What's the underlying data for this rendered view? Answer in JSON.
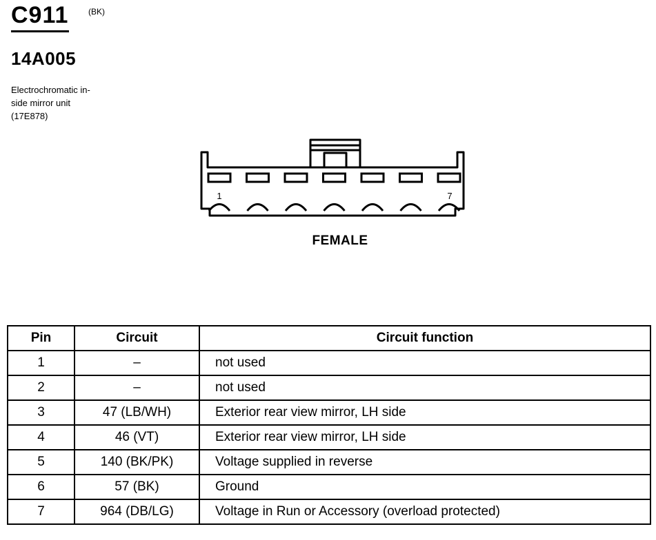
{
  "header": {
    "connector_id": "C911",
    "connector_color": "(BK)",
    "part_number": "14A005",
    "description_lines": [
      "Electrochromatic in-",
      "side mirror unit",
      "(17E878)"
    ]
  },
  "connector": {
    "pin_first_label": "1",
    "pin_last_label": "7",
    "cavity_count": 7,
    "view_label": "FEMALE"
  },
  "table": {
    "columns": [
      "Pin",
      "Circuit",
      "Circuit function"
    ],
    "rows": [
      {
        "pin": "1",
        "circuit": "–",
        "function": "not used"
      },
      {
        "pin": "2",
        "circuit": "–",
        "function": "not used"
      },
      {
        "pin": "3",
        "circuit": "47 (LB/WH)",
        "function": "Exterior rear view mirror, LH side"
      },
      {
        "pin": "4",
        "circuit": "46 (VT)",
        "function": "Exterior rear view mirror, LH side"
      },
      {
        "pin": "5",
        "circuit": "140 (BK/PK)",
        "function": "Voltage supplied in reverse"
      },
      {
        "pin": "6",
        "circuit": "57 (BK)",
        "function": "Ground"
      },
      {
        "pin": "7",
        "circuit": "964 (DB/LG)",
        "function": "Voltage in Run or Accessory (overload protected)"
      }
    ]
  }
}
